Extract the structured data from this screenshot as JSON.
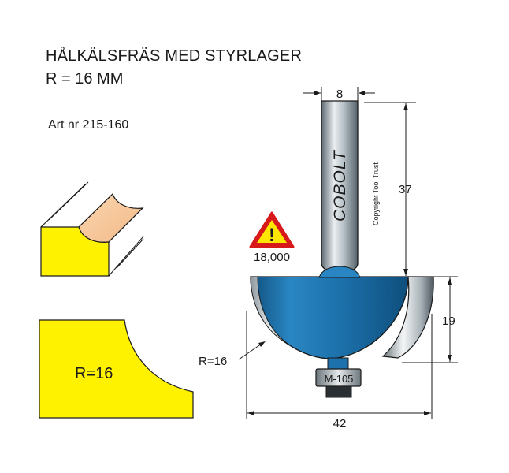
{
  "title_line1": "HÅLKÄLSFRÄS MED STYRLAGER",
  "title_line2": "R = 16 MM",
  "article": "Art nr 215-160",
  "profile_label": "R=16",
  "warning": {
    "rpm": "18,000",
    "symbol": "!"
  },
  "tool": {
    "brand": "COBOLT",
    "copyright": "Copyright Tool Trust",
    "bearing_code": "M-105"
  },
  "dimensions": {
    "shank_diameter": "8",
    "shank_length": "37",
    "cut_height": "19",
    "cut_diameter": "42",
    "radius": "R=16"
  },
  "colors": {
    "profile_yellow": "#FFF200",
    "wood_face": "#F6C79A",
    "tool_blue": "#1B6FA8",
    "warning_red": "#D7191C",
    "warning_yellow": "#FFE600",
    "shank_gray": "#9BA7AE"
  }
}
